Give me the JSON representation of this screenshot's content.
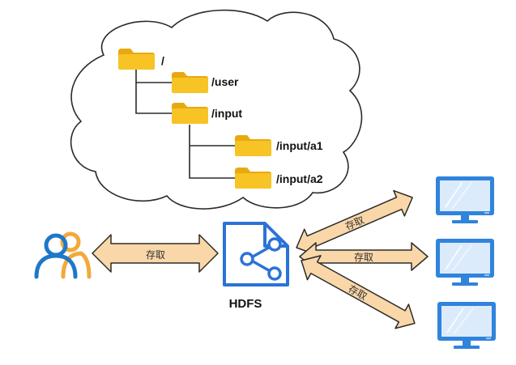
{
  "tree": {
    "root": "/",
    "user": "/user",
    "input": "/input",
    "input_a1": "/input/a1",
    "input_a2": "/input/a2"
  },
  "hdfs": {
    "label": "HDFS"
  },
  "arrows": {
    "client_label": "存取",
    "top_label": "存取",
    "middle_label": "存取",
    "bottom_label": "存取"
  },
  "icons": {
    "folder": "folder-icon",
    "user": "users-icon",
    "hdfs": "hdfs-share-icon",
    "monitor": "monitor-icon"
  },
  "colors": {
    "folder": "#F7C325",
    "folder_tab": "#E8A910",
    "arrow_fill": "#FAD7A8",
    "arrow_stroke": "#2b2b2b",
    "hdfs_blue": "#2B73D7",
    "monitor_blue": "#2F84DC",
    "monitor_screen": "#DCEBFB",
    "user_blue": "#1E78C8",
    "user_orange": "#F2A93B"
  }
}
